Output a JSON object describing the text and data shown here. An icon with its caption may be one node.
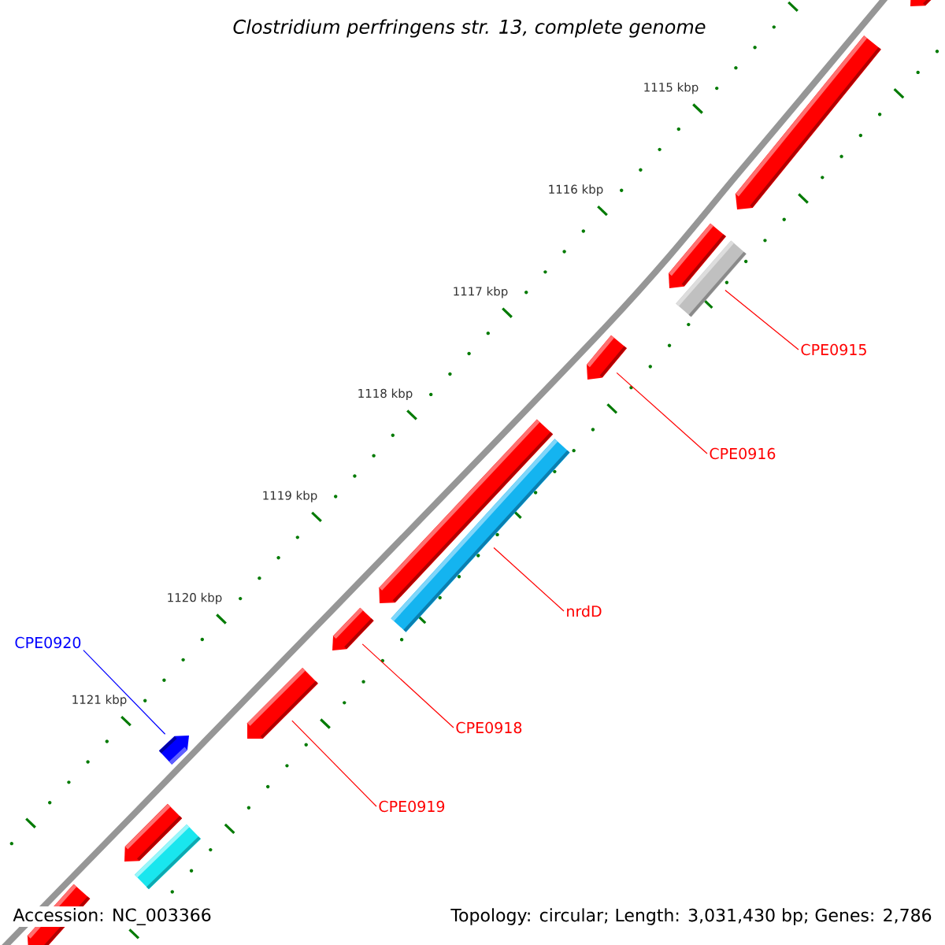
{
  "diagram": {
    "title": "Clostridium perfringens str. 13, complete genome",
    "nodes": [
      {
        "text": [
          "CPE0915"
        ]
      },
      {
        "text": [
          "CPE0916"
        ]
      },
      {
        "text": [
          "nrdD"
        ]
      },
      {
        "text": [
          "CPE0918"
        ]
      },
      {
        "text": [
          "CPE0919"
        ]
      },
      {
        "text": [
          "CPE0920"
        ]
      },
      {
        "text": [],
        "shape": "arrow"
      },
      {
        "text": [],
        "shape": "arrow"
      },
      {
        "text": [],
        "shape": "arrow"
      },
      {
        "text": [],
        "shape": "bar"
      },
      {
        "text": [],
        "shape": "arrow"
      },
      {
        "text": [],
        "shape": "arrow"
      },
      {
        "text": [],
        "shape": "bar"
      },
      {
        "text": [],
        "shape": "arrow"
      },
      {
        "text": [],
        "shape": "arrow"
      },
      {
        "text": [],
        "shape": "arrow"
      },
      {
        "text": [],
        "shape": "arrow"
      },
      {
        "text": [],
        "shape": "bar"
      },
      {
        "text": [],
        "shape": "arrow"
      }
    ],
    "edges": [
      {
        "from": 0,
        "to": 9,
        "arrow": "none"
      },
      {
        "from": 1,
        "to": 10,
        "arrow": "none"
      },
      {
        "from": 2,
        "to": 12,
        "arrow": "none"
      },
      {
        "from": 3,
        "to": 13,
        "arrow": "none"
      },
      {
        "from": 4,
        "to": 14,
        "arrow": "none"
      },
      {
        "from": 5,
        "to": 15,
        "arrow": "none",
        "color": "#0000ff"
      }
    ],
    "labels": [
      "1115 kbp",
      "1116 kbp",
      "1117 kbp",
      "1118 kbp",
      "1119 kbp",
      "1120 kbp",
      "1121 kbp",
      "Accession: NC_003366",
      "Topology: circular; Length: 3,031,430 bp; Genes: 2,786"
    ]
  }
}
